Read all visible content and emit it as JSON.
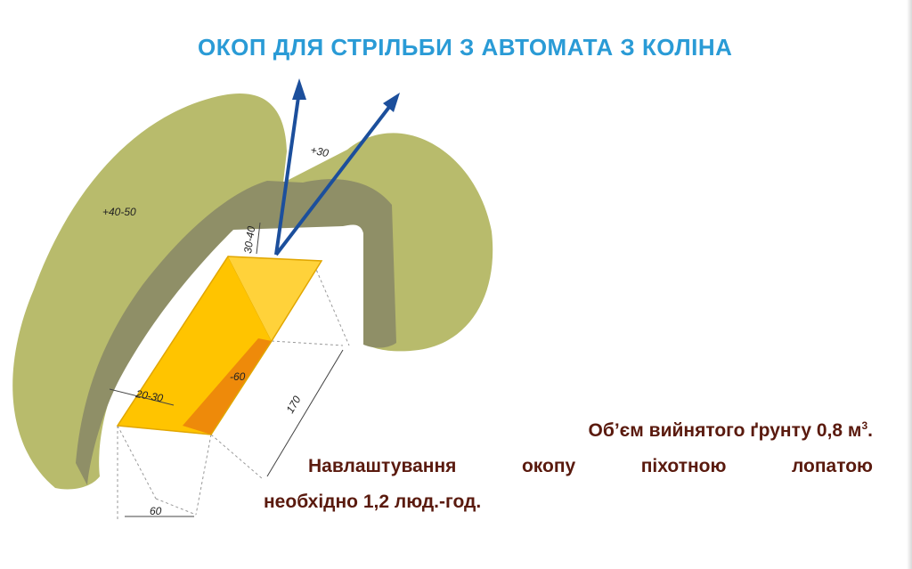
{
  "title": "ОКОП ДЛЯ СТРІЛЬБИ З АВТОМАТА З КОЛІНА",
  "diagram": {
    "labels": {
      "berm_left": "+40-50",
      "berm_right": "+30",
      "front_distance": "30-40",
      "width_top": "20-30",
      "depth": "-60",
      "length": "170",
      "width_bottom": "60"
    }
  },
  "info": {
    "volume_prefix": "Об’єм вийнятого ґрунту 0,8 м",
    "volume_sup": "3",
    "volume_suffix": ".",
    "setup_line": "Навлаштування окопу піхотною лопатою",
    "time_line": "необхідно 1,2 люд.-год."
  },
  "colors": {
    "title": "#2a9bd6",
    "berm": "#b8bb6c",
    "berm_shadow": "#8f8f67",
    "trench": "#ffc400",
    "trench_wall": "#ee8a0a",
    "arrow": "#1c4f9c",
    "text": "#5a1a0e"
  }
}
